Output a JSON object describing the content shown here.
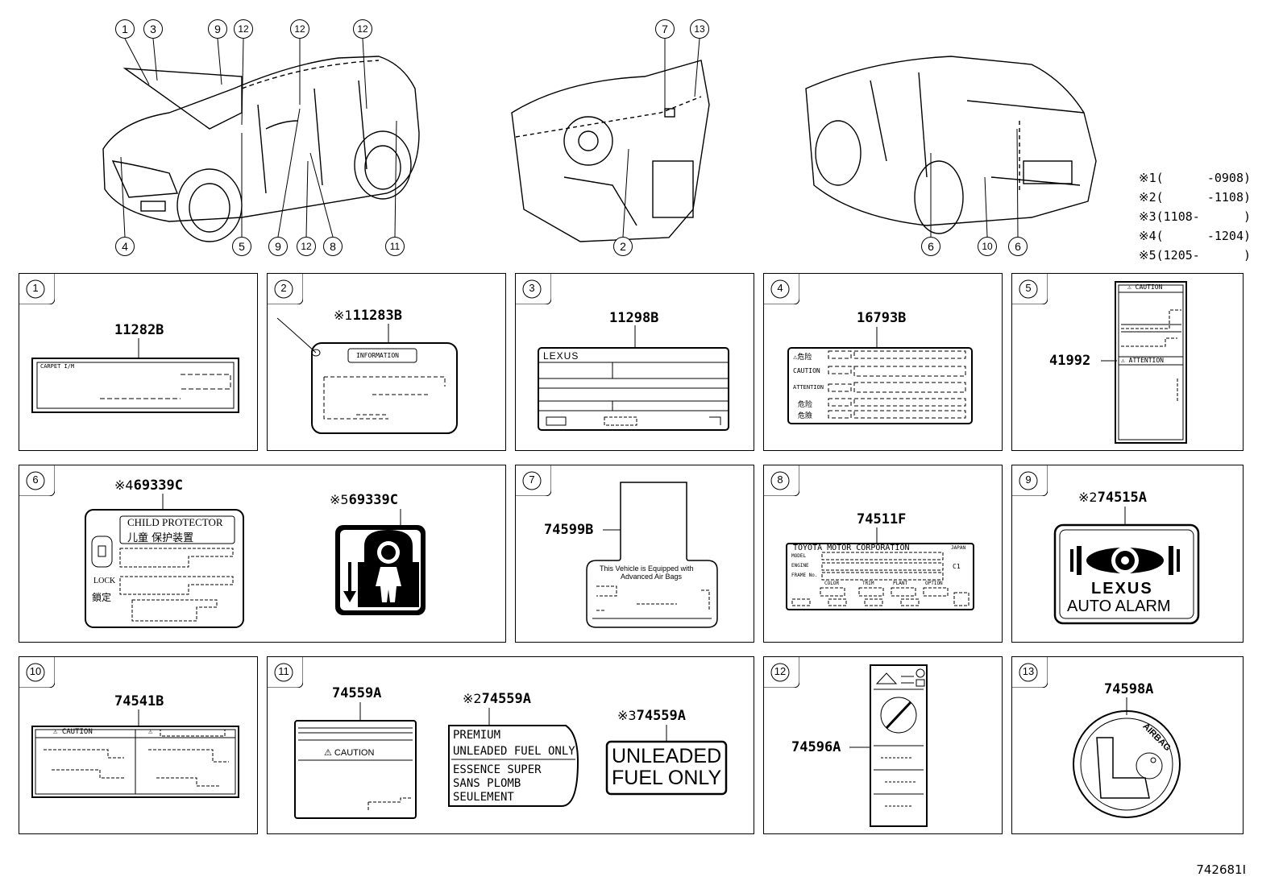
{
  "diagram_code": "742681I",
  "overview_callouts": [
    "1",
    "3",
    "9",
    "12",
    "12",
    "12",
    "7",
    "13",
    "4",
    "5",
    "9",
    "12",
    "8",
    "11",
    "2",
    "6",
    "10",
    "6"
  ],
  "legend": [
    {
      "mark": "※1",
      "range": "(      -0908)"
    },
    {
      "mark": "※2",
      "range": "(      -1108)"
    },
    {
      "mark": "※3",
      "range": "(1108-      )"
    },
    {
      "mark": "※4",
      "range": "(      -1204)"
    },
    {
      "mark": "※5",
      "range": "(1205-      )"
    }
  ],
  "panels": [
    {
      "num": "1",
      "parts": [
        {
          "mark": "",
          "no": "11282B"
        }
      ],
      "texts": {
        "a": "CARPET  I/M"
      }
    },
    {
      "num": "2",
      "parts": [
        {
          "mark": "※1",
          "no": "11283B"
        }
      ],
      "texts": {
        "a": "INFORMATION"
      }
    },
    {
      "num": "3",
      "parts": [
        {
          "mark": "",
          "no": "11298B"
        }
      ],
      "texts": {
        "a": "LEXUS"
      }
    },
    {
      "num": "4",
      "parts": [
        {
          "mark": "",
          "no": "16793B"
        }
      ],
      "texts": {
        "a": "⚠危险",
        "b": "CAUTION",
        "c": "ATTENTION",
        "d": "危险",
        "e": "危險"
      }
    },
    {
      "num": "5",
      "parts": [
        {
          "mark": "",
          "no": "41992"
        }
      ],
      "texts": {
        "a": "⚠ CAUTION",
        "b": "⚠ ATTENTION"
      }
    },
    {
      "num": "6",
      "parts": [
        {
          "mark": "※4",
          "no": "69339C"
        },
        {
          "mark": "※5",
          "no": "69339C"
        }
      ],
      "texts": {
        "a": "CHILD PROTECTOR",
        "b": "儿童 保护装置",
        "c": "LOCK",
        "d": "鎖定"
      }
    },
    {
      "num": "7",
      "parts": [
        {
          "mark": "",
          "no": "74599B"
        }
      ],
      "texts": {
        "a": "This Vehicle is Equipped with",
        "b": "Advanced Air Bags"
      }
    },
    {
      "num": "8",
      "parts": [
        {
          "mark": "",
          "no": "74511F"
        }
      ],
      "texts": {
        "a": "TOYOTA MOTOR CORPORATION",
        "b": "JAPAN",
        "c": "MODEL",
        "d": "ENGINE",
        "e": "FRAME No.",
        "f": "COLOR",
        "g": "TRIM",
        "h": "PLANT",
        "i": "OPTION",
        "j": "C1"
      }
    },
    {
      "num": "9",
      "parts": [
        {
          "mark": "※2",
          "no": "74515A"
        }
      ],
      "texts": {
        "a": "LEXUS",
        "b": "AUTO ALARM"
      }
    },
    {
      "num": "10",
      "parts": [
        {
          "mark": "",
          "no": "74541B"
        }
      ],
      "texts": {
        "a": "⚠ CAUTION",
        "b": "⚠"
      }
    },
    {
      "num": "11",
      "parts": [
        {
          "mark": "",
          "no": "74559A"
        },
        {
          "mark": "※2",
          "no": "74559A"
        },
        {
          "mark": "※3",
          "no": "74559A"
        }
      ],
      "texts": {
        "a": "⚠ CAUTION",
        "b": "PREMIUM",
        "c": "UNLEADED FUEL ONLY",
        "d": "ESSENCE SUPER",
        "e": "SANS PLOMB",
        "f": "SEULEMENT",
        "g": "UNLEADED",
        "h": "FUEL ONLY"
      }
    },
    {
      "num": "12",
      "parts": [
        {
          "mark": "",
          "no": "74596A"
        }
      ],
      "texts": {}
    },
    {
      "num": "13",
      "parts": [
        {
          "mark": "",
          "no": "74598A"
        }
      ],
      "texts": {
        "a": "AIRBAG"
      }
    }
  ]
}
